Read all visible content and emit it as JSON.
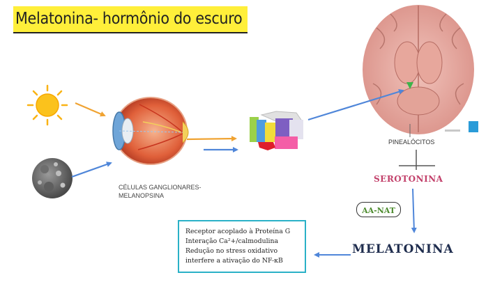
{
  "title": "Melatonina- hormônio do escuro",
  "labels": {
    "cells": "CÉLULAS GANGLIONARES-MELANOPSINA",
    "pineal": "PINEALÓCITOS",
    "serotonina": "SEROTONINA",
    "aanat": "AA-NAT",
    "melatonina": "MELATONINA"
  },
  "info_box": {
    "lines": [
      "Receptor acoplado à Proteína G",
      "Interação Ca²+/calmodulina",
      "Redução no stress oxidativo",
      "interfere a ativação do NF-κB"
    ]
  },
  "icons": [
    "sun-icon",
    "moon-icon",
    "eye-icon",
    "brain-region-icon",
    "brain-icon"
  ],
  "colors": {
    "title_highlight": "#ffef3a",
    "sun_arrow": "#f0a332",
    "moon_arrow": "#4f86d9",
    "serotonina": "#c2406a",
    "aanat": "#4b8a2c",
    "melatonina": "#1f2d4e",
    "info_border": "#2ab1c7"
  }
}
